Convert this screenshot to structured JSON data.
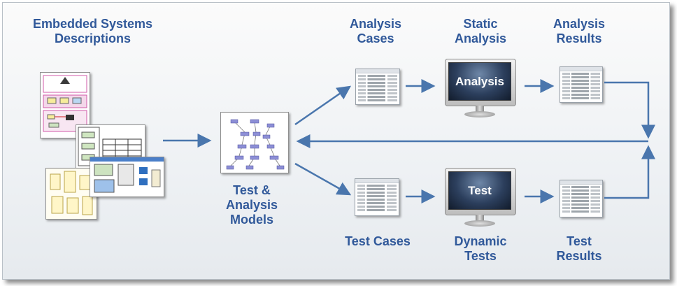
{
  "labels": {
    "descriptions": "Embedded Systems\nDescriptions",
    "models": "Test &\nAnalysis\nModels",
    "analysis_cases": "Analysis\nCases",
    "static_analysis": "Static\nAnalysis",
    "analysis_results": "Analysis\nResults",
    "test_cases": "Test Cases",
    "dynamic_tests": "Dynamic\nTests",
    "test_results": "Test\nResults"
  },
  "monitors": {
    "analysis_screen": "Analysis",
    "test_screen": "Test"
  },
  "colors": {
    "label": "#31599a",
    "arrow": "#4a76ad"
  }
}
